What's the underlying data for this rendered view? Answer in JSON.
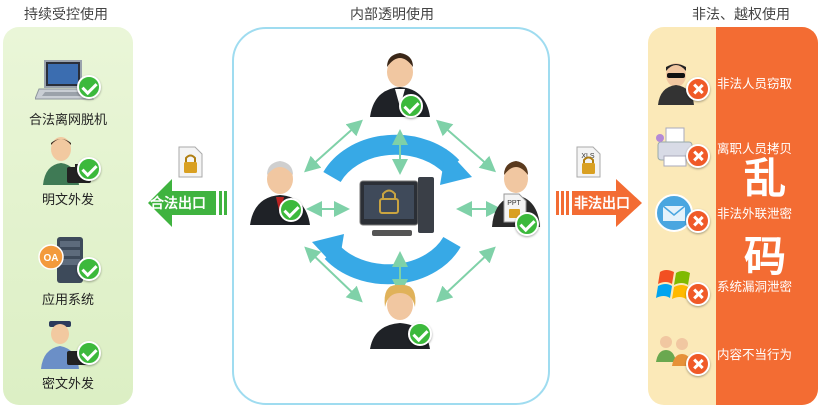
{
  "titles": {
    "left": "持续受控使用",
    "center": "内部透明使用",
    "right": "非法、越权使用"
  },
  "left_items": [
    {
      "label": "合法离网脱机",
      "icon": "laptop-icon"
    },
    {
      "label": "明文外发",
      "icon": "user-briefcase-icon"
    },
    {
      "label": "应用系统",
      "icon": "server-oa-icon"
    },
    {
      "label": "密文外发",
      "icon": "police-user-icon"
    }
  ],
  "oa_text": "OA",
  "arrows": {
    "legal_exit": "合法出口",
    "illegal_exit": "非法出口"
  },
  "doc_badge": "XLS",
  "ppt_badge": "PPT",
  "right_items": [
    {
      "label": "非法人员窃取",
      "icon": "thief-icon"
    },
    {
      "label": "离职人员拷贝",
      "icon": "printer-copy-icon"
    },
    {
      "label": "非法外联泄密",
      "icon": "email-icon"
    },
    {
      "label": "系统漏洞泄密",
      "icon": "windows-icon"
    },
    {
      "label": "内容不当行为",
      "icon": "users-group-icon"
    }
  ],
  "garble": [
    "乱",
    "码"
  ],
  "colors": {
    "left_panel": "#dcefc4",
    "center_border": "#9fdcf0",
    "right_panel_light": "#fbe9b8",
    "right_panel_orange": "#f36c33",
    "check_green": "#3cb93c",
    "cross_orange": "#f05a28",
    "legal_arrow": "#3fb33f",
    "illegal_arrow": "#f36c33",
    "cycle_arrow": "#37a9e6",
    "link_arrow": "#7fd1a8"
  }
}
